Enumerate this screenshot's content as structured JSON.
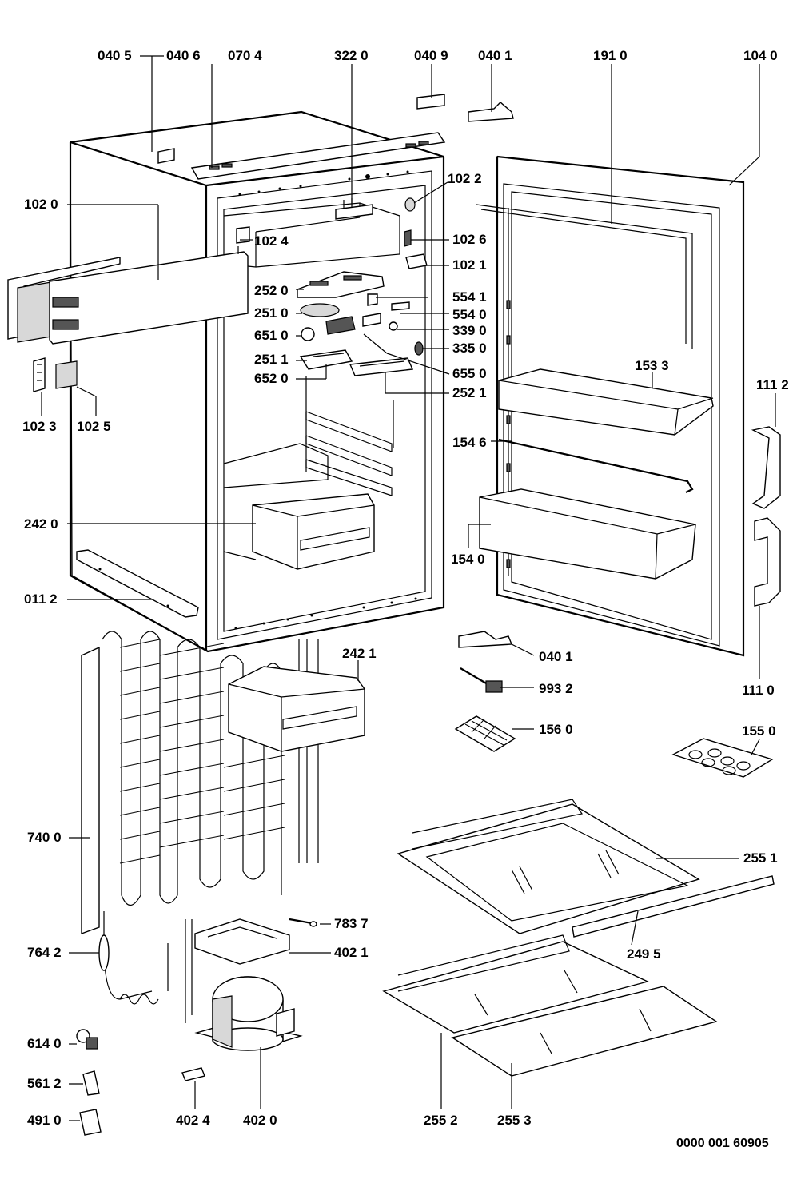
{
  "diagram": {
    "drawing_number": "0000 001 60905",
    "part_labels": {
      "p0405": "040 5",
      "p0406": "040 6",
      "p0704": "070 4",
      "p3220": "322 0",
      "p0409": "040 9",
      "p0401_top": "040 1",
      "p1910": "191 0",
      "p1040": "104 0",
      "p1020": "102 0",
      "p1022": "102 2",
      "p1024": "102 4",
      "p1026": "102 6",
      "p1021": "102 1",
      "p2520": "252 0",
      "p5541": "554 1",
      "p2510": "251 0",
      "p5540": "554 0",
      "p6510": "651 0",
      "p3390": "339 0",
      "p3350": "335 0",
      "p2511": "251 1",
      "p6550": "655 0",
      "p6520": "652 0",
      "p2521": "252 1",
      "p1533": "153 3",
      "p1112": "111 2",
      "p1023": "102 3",
      "p1025": "102 5",
      "p1546": "154 6",
      "p2420": "242 0",
      "p1540": "154 0",
      "p0112": "011 2",
      "p0401_mid": "040 1",
      "p1110": "111 0",
      "p2421": "242 1",
      "p9932": "993 2",
      "p1560": "156 0",
      "p1550": "155 0",
      "p7400": "740 0",
      "p2551": "255 1",
      "p7837": "783 7",
      "p7642": "764 2",
      "p4021": "402 1",
      "p2495": "249 5",
      "p6140": "614 0",
      "p5612": "561 2",
      "p4910": "491 0",
      "p4024": "402 4",
      "p4020": "402 0",
      "p2552": "255 2",
      "p2553": "255 3"
    }
  }
}
